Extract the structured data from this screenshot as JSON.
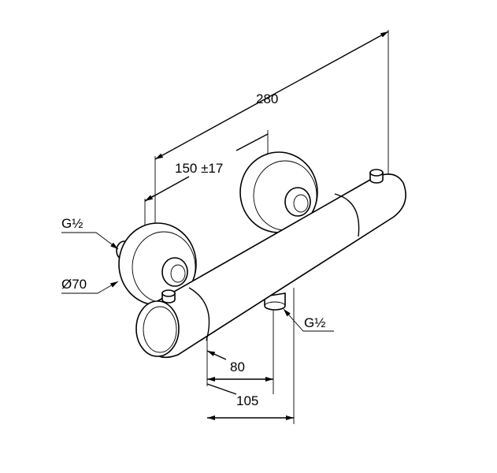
{
  "dimensions": {
    "overall_length": "280",
    "inlet_spacing": "150 ±17",
    "inlet_thread_left": "G½",
    "rosette_diameter": "Ø70",
    "outlet_thread": "G½",
    "depth_to_body": "80",
    "depth_to_outlet": "105"
  }
}
